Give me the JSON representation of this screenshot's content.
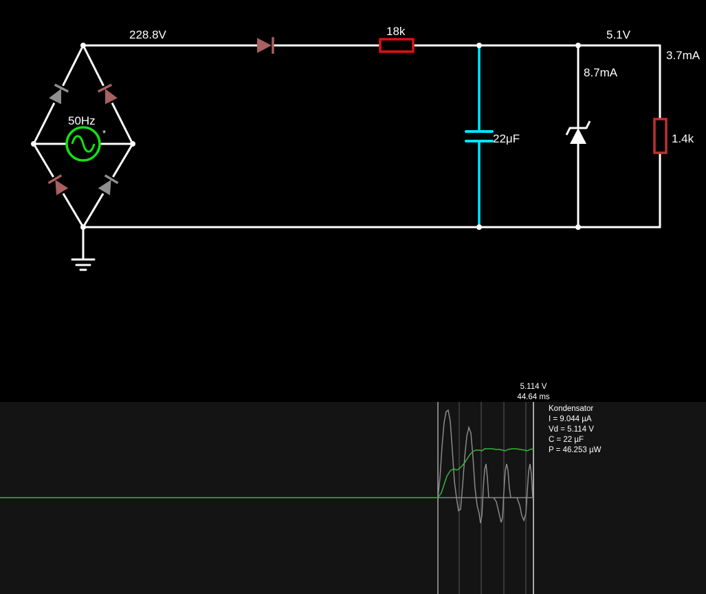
{
  "circuit": {
    "source_freq": "50Hz",
    "source_marker": "*",
    "bridge_output_voltage": "228.8V",
    "series_resistor": "18k",
    "capacitor": "22μF",
    "output_voltage": "5.1V",
    "zener_current": "8.7mA",
    "load_current": "3.7mA",
    "load_resistor": "1.4k"
  },
  "colors": {
    "wire": "#ffffff",
    "selected": "#00e5ff",
    "resistor": "#e01010",
    "source": "#14e014",
    "diode_reverse": "#8f8f8f",
    "diode_forward": "#a86060",
    "load": "#c03030",
    "trace_voltage": "#3cb43c",
    "trace_current": "#8a8a8a"
  },
  "scope": {
    "cursor_voltage": "5.114 V",
    "cursor_time": "44.64 ms",
    "component_name": "Kondensator",
    "current": "I = 9.044 µA",
    "voltage": "Vd = 5.114 V",
    "capacitance": "C = 22 µF",
    "power": "P = 46.253 µW"
  }
}
